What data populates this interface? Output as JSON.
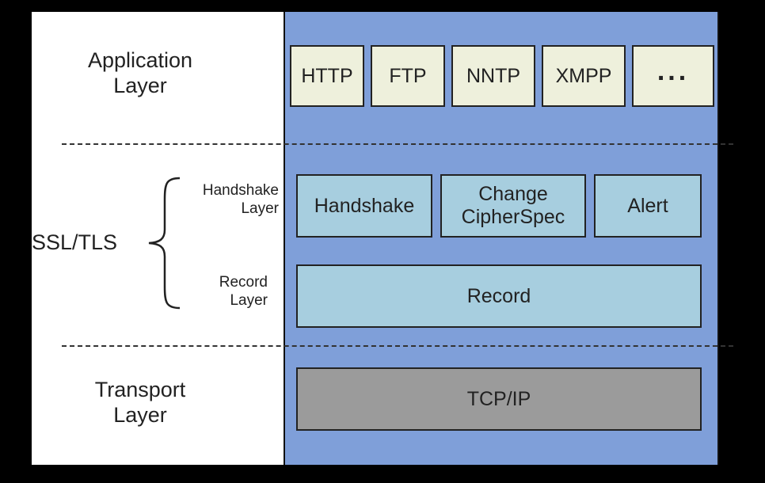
{
  "layers": {
    "application": "Application\nLayer",
    "ssl_tls": "SSL/TLS",
    "handshake_layer": "Handshake\nLayer",
    "record_layer": "Record\nLayer",
    "transport": "Transport\nLayer"
  },
  "application_protocols": [
    "HTTP",
    "FTP",
    "NNTP",
    "XMPP",
    "..."
  ],
  "handshake_protocols": [
    "Handshake",
    "Change\nCipherSpec",
    "Alert"
  ],
  "record_protocol": "Record",
  "transport_protocol": "TCP/IP",
  "colors": {
    "background": "#000000",
    "left_panel": "#ffffff",
    "right_panel": "#7f9fd9",
    "application_boxes": "#eef0dc",
    "ssl_boxes": "#a7cedf",
    "transport_box": "#9b9b9b"
  }
}
